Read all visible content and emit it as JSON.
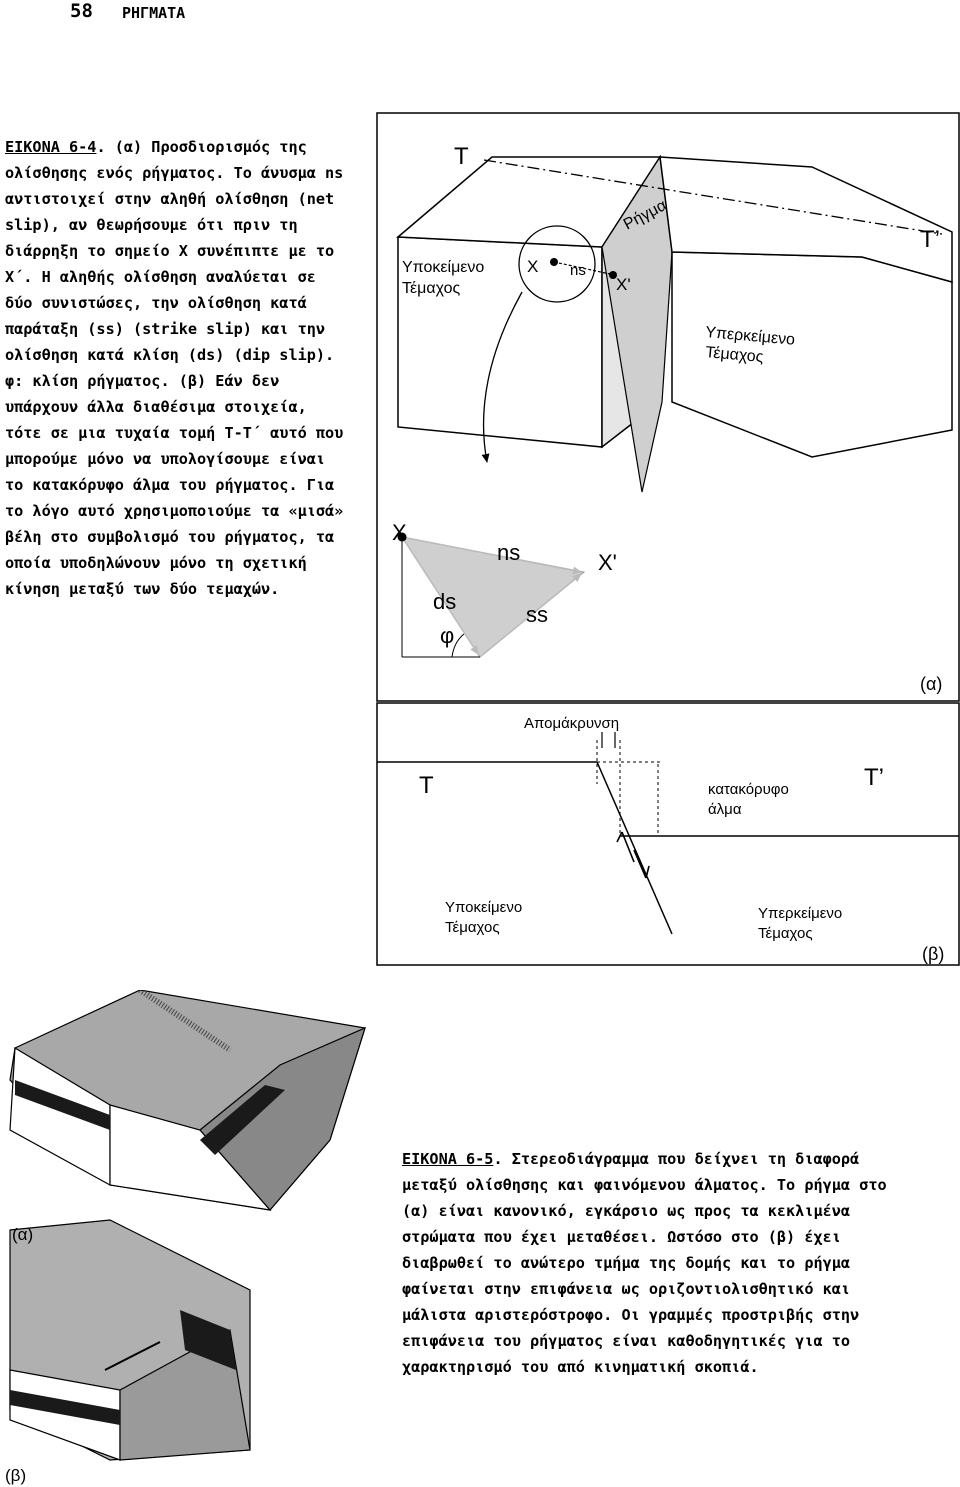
{
  "header": {
    "page_number": "58",
    "running_head": "ΡΗΓΜΑΤΑ"
  },
  "figure_6_4": {
    "label": "ΕΙΚΟΝΑ 6-4",
    "caption": ". (α) Προσδιορισμός της ολίσθησης ενός ρήγματος. Το άνυσμα ns αντιστοιχεί στην αληθή ολίσθηση (net slip), αν θεωρήσουμε ότι πριν τη διάρρηξη το σημείο X συνέπιπτε με το X΄. Η αληθής ολίσθηση αναλύεται σε δύο συνιστώσες, την ολίσθηση κατά παράταξη (ss) (strike slip) και την ολίσθηση κατά κλίση (ds) (dip slip). φ: κλίση ρήγματος. (β) Εάν δεν υπάρχουν άλλα διαθέσιμα στοιχεία, τότε σε μια τυχαία τομή T-T΄ αυτό που μπορούμε μόνο να υπολογίσουμε είναι το κατακόρυφο άλμα του ρήγματος. Για το λόγο αυτό χρησιμοποιούμε τα «μισά» βέλη στο συμβολισμό του ρήγματος, τα οποία υποδηλώνουν μόνο τη σχετική κίνηση μεταξύ των δύο τεμαχών.",
    "panel_a": {
      "T": "T",
      "T_prime": "T’",
      "fault": "Ρήγμα",
      "footwall_1": "Υποκείμενο",
      "footwall_2": "Τέμαχος",
      "hangingwall_1": "Υπερκείμενο",
      "hangingwall_2": "Τέμαχος",
      "X": "X",
      "X_prime": "X'",
      "ns": "ns",
      "ds": "ds",
      "ss": "ss",
      "phi": "φ",
      "panel_label": "(α)"
    },
    "panel_b": {
      "separation": "Απομάκρυνση",
      "T": "T",
      "T_prime": "T’",
      "throw_1": "κατακόρυφο",
      "throw_2": "άλμα",
      "footwall_1": "Υποκείμενο",
      "footwall_2": "Τέμαχος",
      "hangingwall_1": "Υπερκείμενο",
      "hangingwall_2": "Τέμαχος",
      "panel_label": "(β)"
    }
  },
  "figure_6_5": {
    "label": "ΕΙΚΟΝΑ 6-5",
    "caption": ". Στερεοδιάγραμμα που δείχνει τη διαφορά μεταξύ ολίσθησης και φαινόμενου άλματος. Το ρήγμα στο (α) είναι κανονικό, εγκάρσιο ως προς τα κεκλιμένα στρώματα που έχει μεταθέσει. Ωστόσο στο (β) έχει διαβρωθεί το ανώτερο τμήμα της δομής και το ρήγμα φαίνεται στην επιφάνεια ως οριζοντιολισθητικό και μάλιστα αριστερόστροφο. Οι γραμμές προστριβής στην επιφάνεια του ρήγματος είναι καθοδηγητικές για το χαρακτηρισμό του από κινηματική σκοπιά.",
    "label_a": "(α)",
    "label_b": "(β)"
  }
}
